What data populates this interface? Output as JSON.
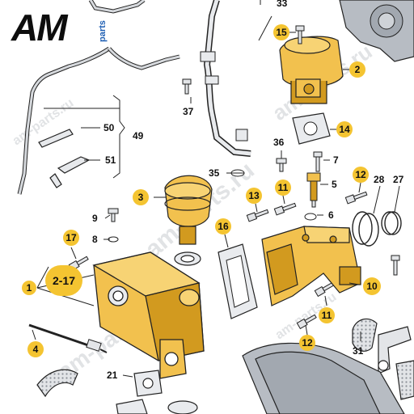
{
  "logo": {
    "mark": "AM",
    "suffix": "parts",
    "mark_color": "#0d0d0d",
    "accent_color": "#1f5fb3"
  },
  "watermarks": [
    "am-parts.ru",
    "am-parts.ru",
    "am-parts.ru",
    "am-parts.ru",
    "am-parts.ru"
  ],
  "colors": {
    "part_fill": "#f2c14e",
    "part_shade": "#d29a1f",
    "callout_fill": "#f4c431",
    "line": "#222222",
    "hose": "#cfd3d8"
  },
  "callouts": {
    "c1": "1",
    "c2": "2",
    "c2_17": "2-17",
    "c3": "3",
    "c4": "4",
    "c5": "5",
    "c6": "6",
    "c7": "7",
    "c8": "8",
    "c9": "9",
    "c10": "10",
    "c11a": "11",
    "c11b": "11",
    "c12a": "12",
    "c12b": "12",
    "c13": "13",
    "c14": "14",
    "c15": "15",
    "c16": "16",
    "c17": "17",
    "c21": "21",
    "c27": "27",
    "c28": "28",
    "c31": "31",
    "c33": "33",
    "c35": "35",
    "c36": "36",
    "c37": "37",
    "c49": "49",
    "c50": "50",
    "c51": "51"
  }
}
